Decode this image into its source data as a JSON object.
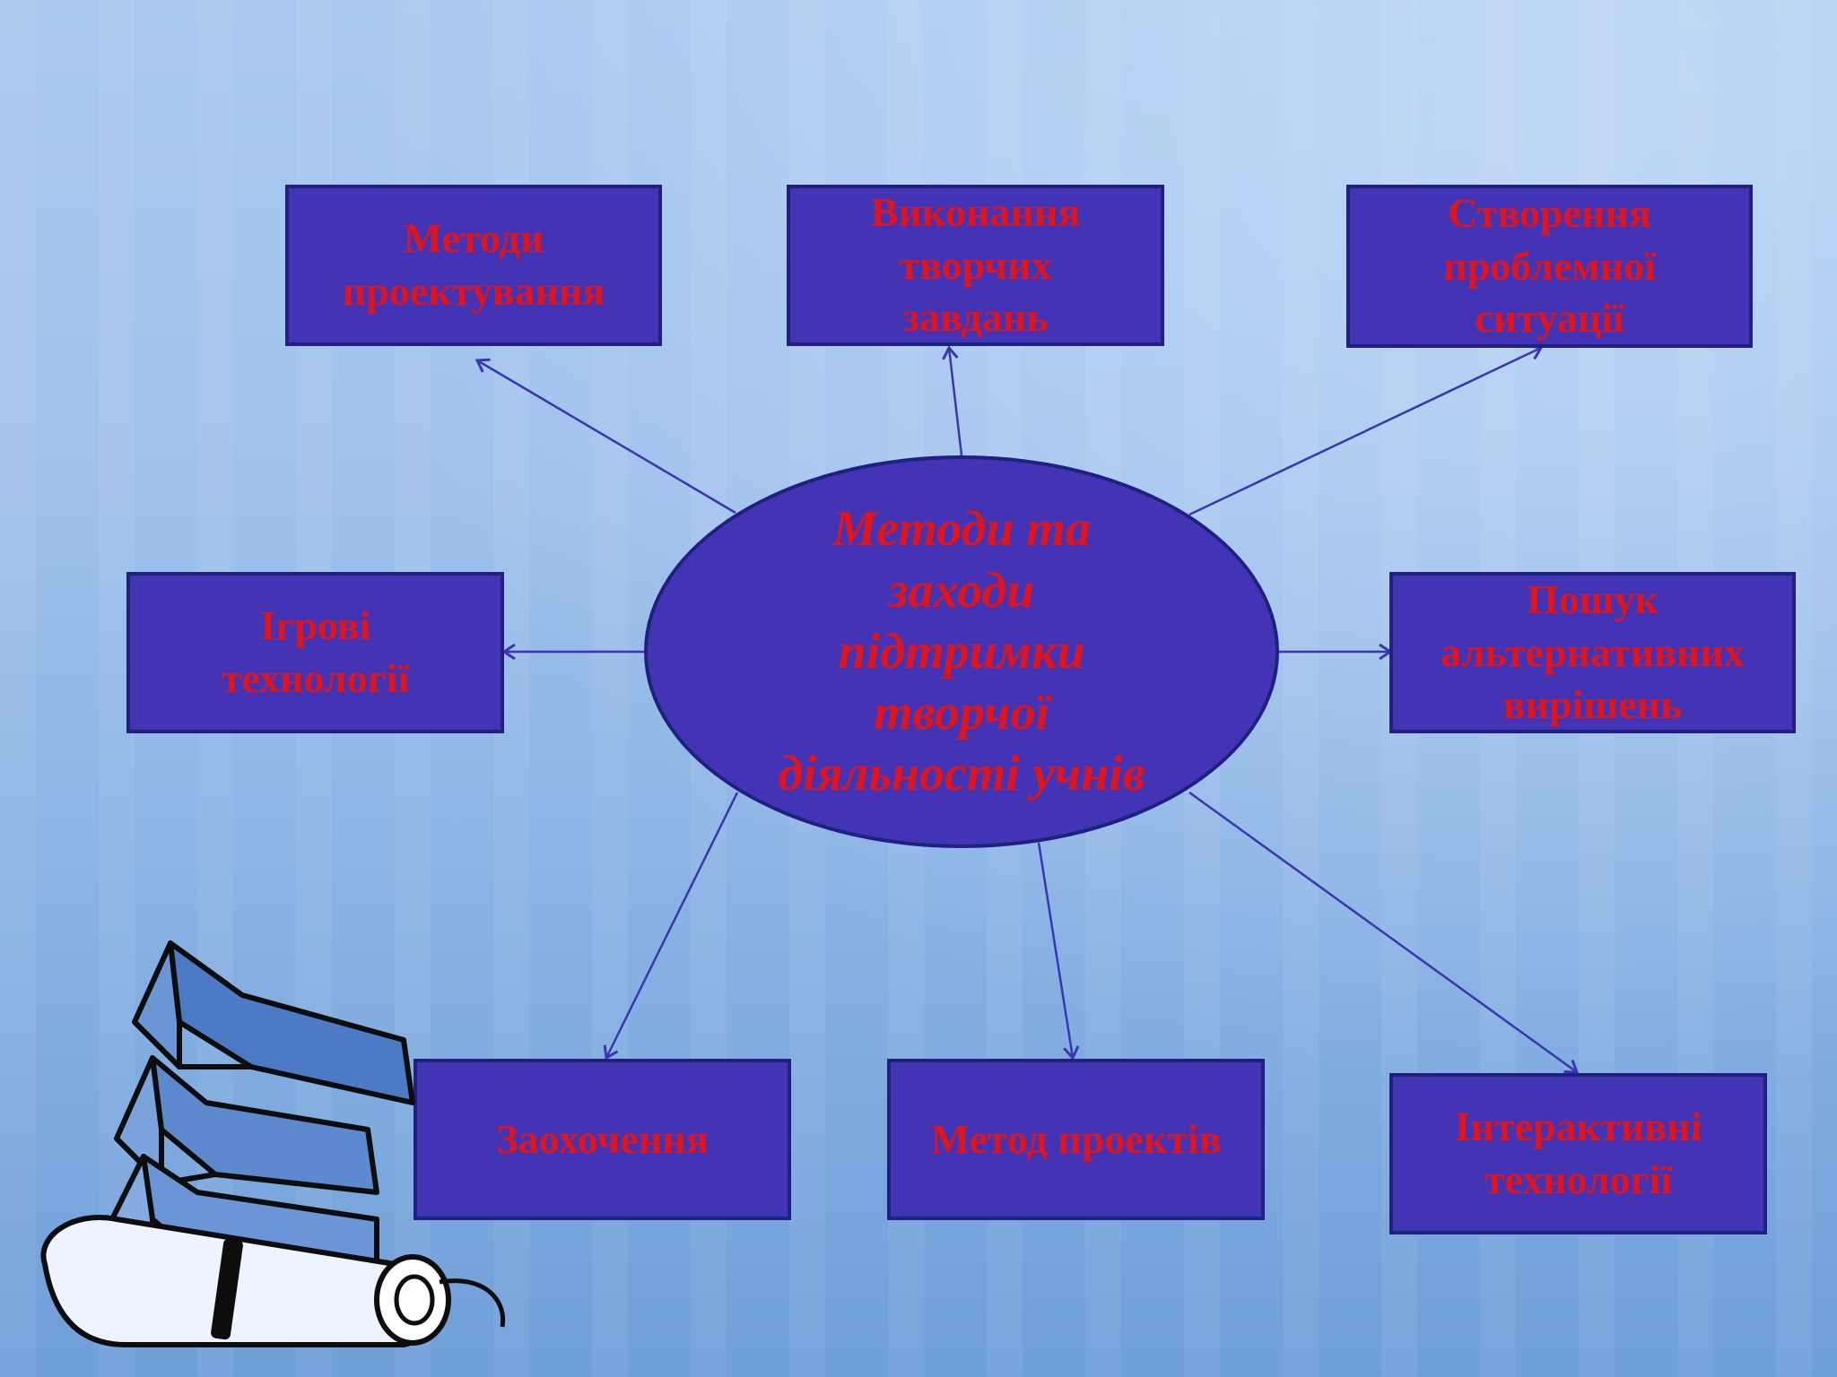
{
  "diagram": {
    "center": {
      "text": "Методи та\nзаходи\nпідтримки\nтворчої\nдіяльності учнів"
    },
    "nodes": [
      {
        "id": "design-methods",
        "text": "Методи\nпроектування"
      },
      {
        "id": "creative-tasks",
        "text": "Виконання\nтворчих\nзавдань"
      },
      {
        "id": "problem-situation",
        "text": "Створення\nпроблемної\nситуації"
      },
      {
        "id": "game-tech",
        "text": "Ігрові\nтехнології"
      },
      {
        "id": "alternative-solutions",
        "text": "Пошук\nальтернативних\nвирішень"
      },
      {
        "id": "encouragement",
        "text": "Заохочення"
      },
      {
        "id": "project-method",
        "text": "Метод проектів"
      },
      {
        "id": "interactive-tech",
        "text": "Інтерактивні\nтехнології"
      }
    ],
    "colors": {
      "box_fill": "#4334b6",
      "box_border": "#1e2180",
      "text": "#e0141b",
      "connector": "#3a35b0"
    },
    "decoration_icon": "books-and-scroll-icon"
  }
}
